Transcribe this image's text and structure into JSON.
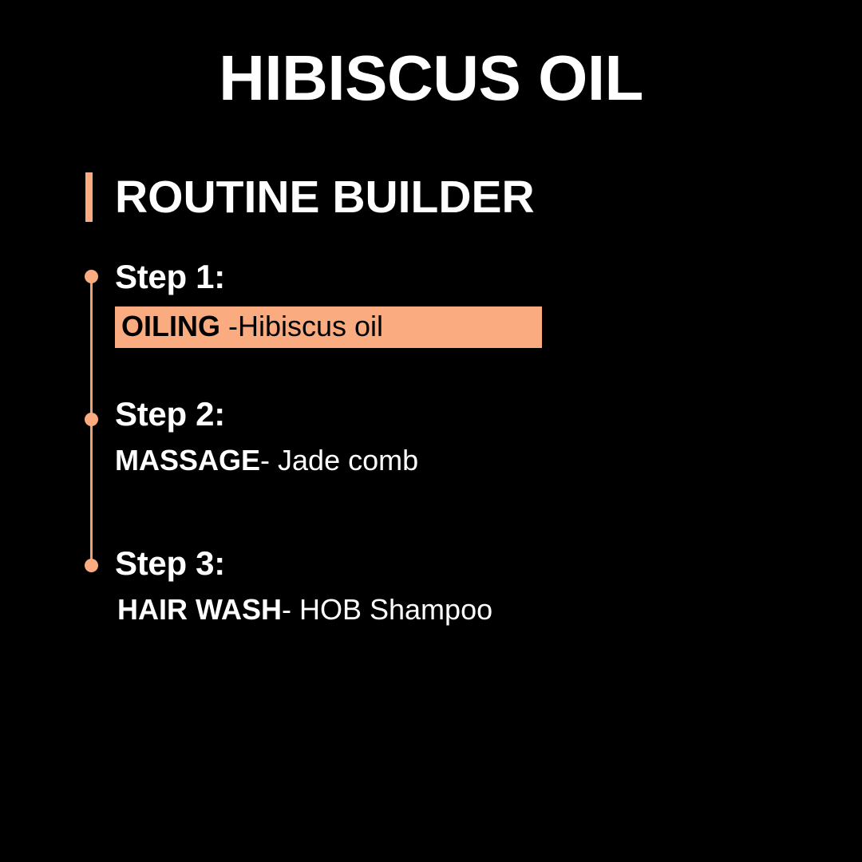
{
  "page": {
    "background_color": "#000000",
    "accent_color": "#fbab80",
    "text_color": "#ffffff"
  },
  "header": {
    "title": "HIBISCUS OIL"
  },
  "section": {
    "title": "ROUTINE BUILDER",
    "accent_color": "#fbab80"
  },
  "steps": [
    {
      "label": "Step 1:",
      "action": "OILING",
      "detail": " -Hibiscus oil",
      "highlighted": true,
      "highlight_color": "#fbab80",
      "highlight_text_color": "#000000"
    },
    {
      "label": "Step 2:",
      "action": "MASSAGE",
      "detail": "-  Jade comb",
      "highlighted": false
    },
    {
      "label": "Step 3:",
      "action": "HAIR WASH",
      "detail": "-  HOB Shampoo",
      "highlighted": false
    }
  ]
}
